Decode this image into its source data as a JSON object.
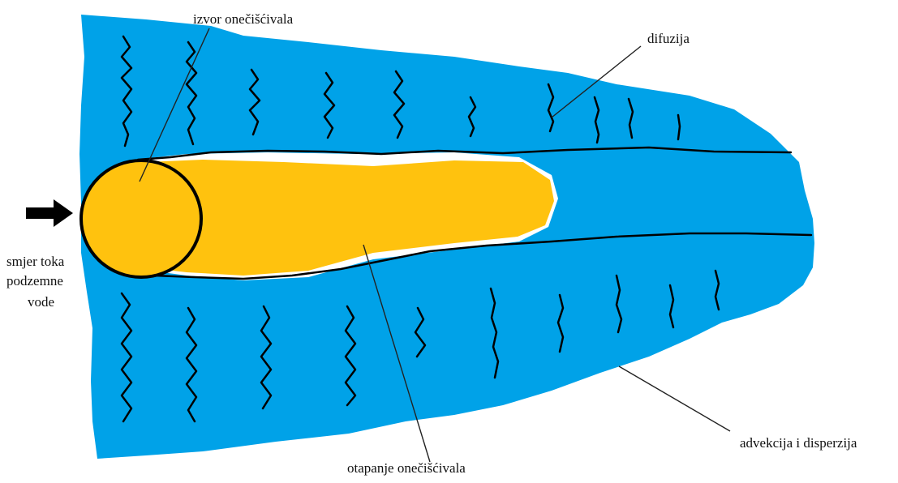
{
  "colors": {
    "water": "#00A2E8",
    "plume": "#FFC20E",
    "outline": "#000000",
    "background": "#FFFFFF",
    "text": "#111111"
  },
  "icons": {
    "flow_arrow": "right-arrow-icon"
  },
  "labels": {
    "source": "izvor onečišćivala",
    "diffusion": "difuzija",
    "flow_line1": "smjer toka",
    "flow_line2": "podzemne",
    "flow_line3": "vode",
    "advection": "advekcija i disperzija",
    "dissolution": "otapanje onečišćivala"
  }
}
